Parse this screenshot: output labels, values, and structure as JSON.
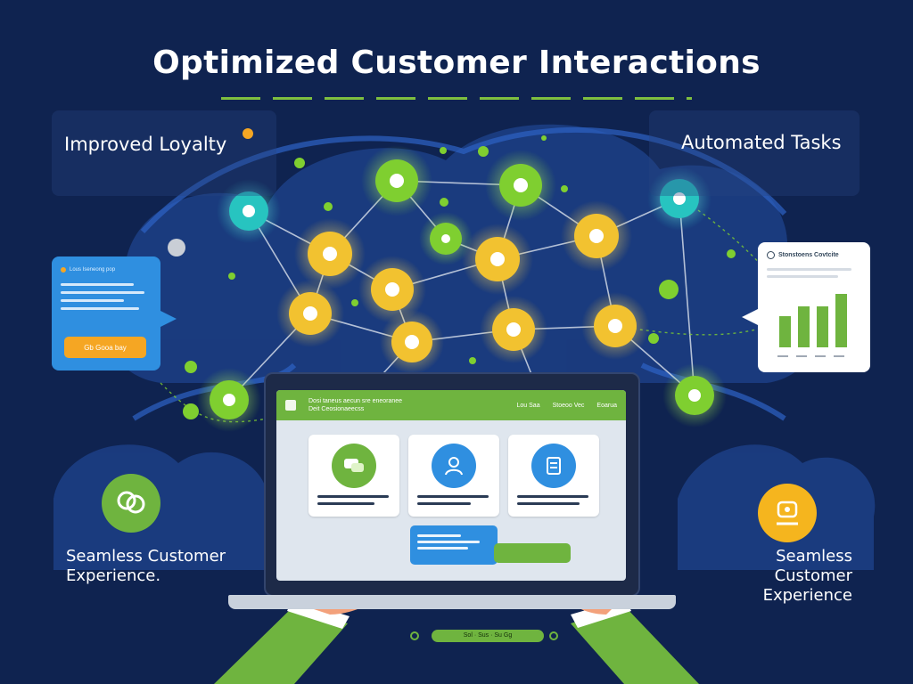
{
  "title": "Optimized Customer Interactions",
  "corners": {
    "top_left": "Improved Loyalty",
    "top_right": "Automated Tasks",
    "bottom_left_line1": "Seamless ",
    "bottom_left_line1b": "Customer",
    "bottom_left_line2": "Experience.",
    "bottom_right_line1": "Seamless Customer",
    "bottom_right_line2": "Experience"
  },
  "chat_bubble": {
    "header": "Lous Iseneong pop",
    "button": "Gb Gooa bay"
  },
  "report_card": {
    "title": "Stonstoens Covtcite",
    "chart_values": [
      0.55,
      0.72,
      0.72,
      0.93
    ]
  },
  "screen": {
    "header_line1": "Dosi taneus aecun sre eneoranee",
    "header_line2": "Deit Ceosionaeecss",
    "nav": [
      "Lou Saa",
      "Stoeoo Vec",
      "Eoarua"
    ]
  },
  "footer": "Sol · Sus · Su Gg",
  "colors": {
    "background": "#0f2350",
    "accent_green": "#6fb43f",
    "accent_blue": "#2f8fe0",
    "accent_orange": "#f5a623",
    "node_yellow": "#f2c230",
    "node_teal": "#27c4c0"
  }
}
